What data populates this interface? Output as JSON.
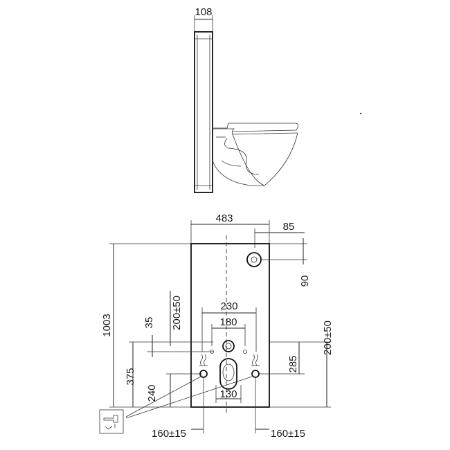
{
  "side_view": {
    "width_label": "108"
  },
  "front_view": {
    "width_label": "483",
    "flush_button_offset_x": "85",
    "flush_button_offset_y": "90",
    "total_height": "1003",
    "left_inlet_height": "200±50",
    "right_inlet_height": "200±50",
    "supply_spacing_outer": "230",
    "supply_spacing_inner": "180",
    "supply_drop": "35",
    "waste_height": "375",
    "lower_height": "240",
    "right_height": "285",
    "drain_width": "130",
    "left_offset": "160±15",
    "right_offset": "160±15"
  }
}
